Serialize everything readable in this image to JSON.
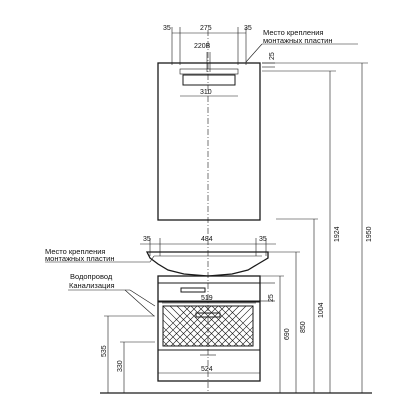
{
  "labels": {
    "mount_top_1": "Место крепления",
    "mount_top_2": "монтажных пластин",
    "mount_mid_1": "Место крепления",
    "mount_mid_2": "монтажных пластин",
    "water_supply": "Водопровод",
    "sewer": "Канализация",
    "power": "220В"
  },
  "dims": {
    "top_left_35": "35",
    "top_275": "275",
    "top_right_35": "35",
    "top_25": "25",
    "mirror_310": "310",
    "h_1924": "1924",
    "h_1950": "1950",
    "mid_left_35": "35",
    "mid_484": "484",
    "mid_right_35": "35",
    "drawer_519": "519",
    "drawer_25": "25",
    "h_690": "690",
    "h_850": "850",
    "h_1004": "1004",
    "h_535": "535",
    "h_330": "330",
    "base_524": "524"
  }
}
